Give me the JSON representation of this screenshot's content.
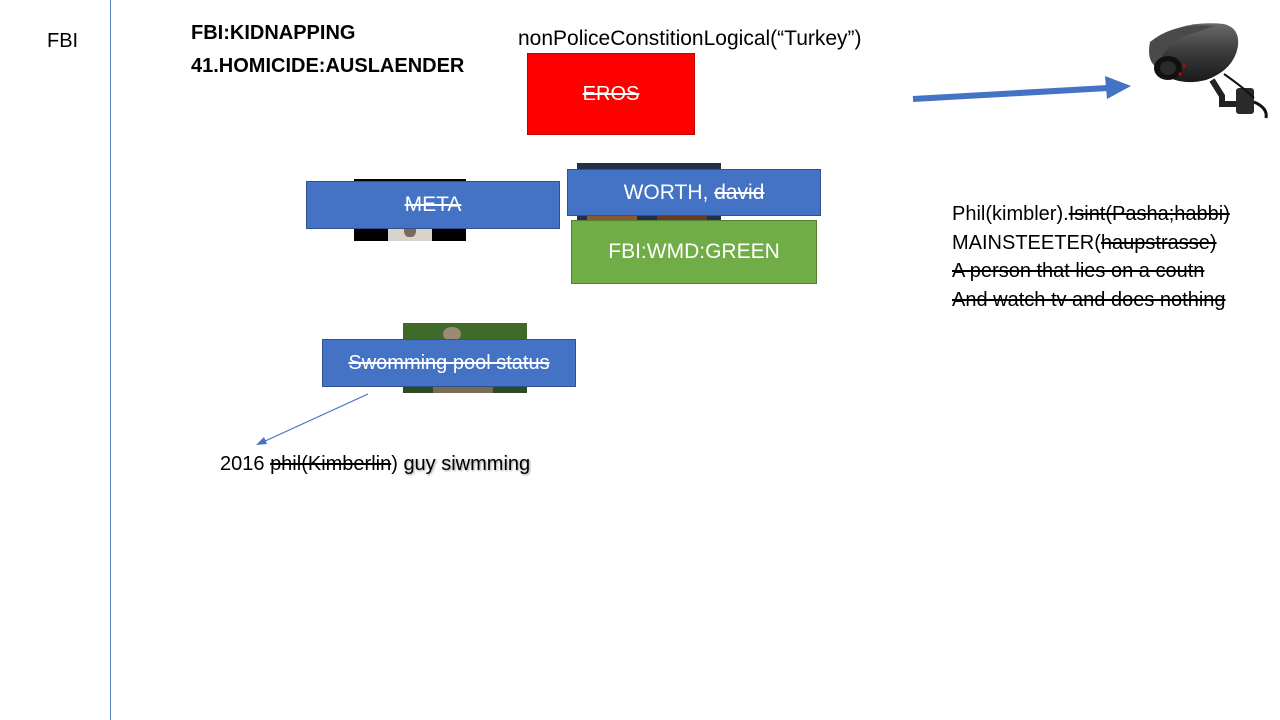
{
  "left_label": "FBI",
  "headings": {
    "line1": "FBI:KIDNAPPING",
    "line2": "41.HOMICIDE:AUSLAENDER"
  },
  "code_line": "nonPoliceConstitionLogical(“Turkey”)",
  "boxes": {
    "eros": "EROS",
    "meta": "META",
    "worth_prefix": "WORTH, ",
    "worth_struck": "david",
    "fbi_wmd": "FBI:WMD:GREEN",
    "swimming": "Swomming pool status"
  },
  "notes": {
    "line1_plain": "Phil(kimbler).",
    "line1_struck": "Isint(Pasha;habbi)",
    "line2_plain": "MAINSTEETER(",
    "line2_struck": "haupstrasse)",
    "line3_struck": "A person that lies on a coutn",
    "line4_struck": "And watch tv and does nothing"
  },
  "caption": {
    "year": "2016 ",
    "struck": "phil(Kimberlin",
    "rest_plain": ") ",
    "rest_shadowed": "guy siwmming"
  },
  "colors": {
    "red": "#ff0000",
    "blue": "#4472c4",
    "green": "#70ad47",
    "divider": "#5b84c4"
  },
  "icons": {
    "camera": "security-camera-icon",
    "arrow": "arrow-right-icon"
  }
}
